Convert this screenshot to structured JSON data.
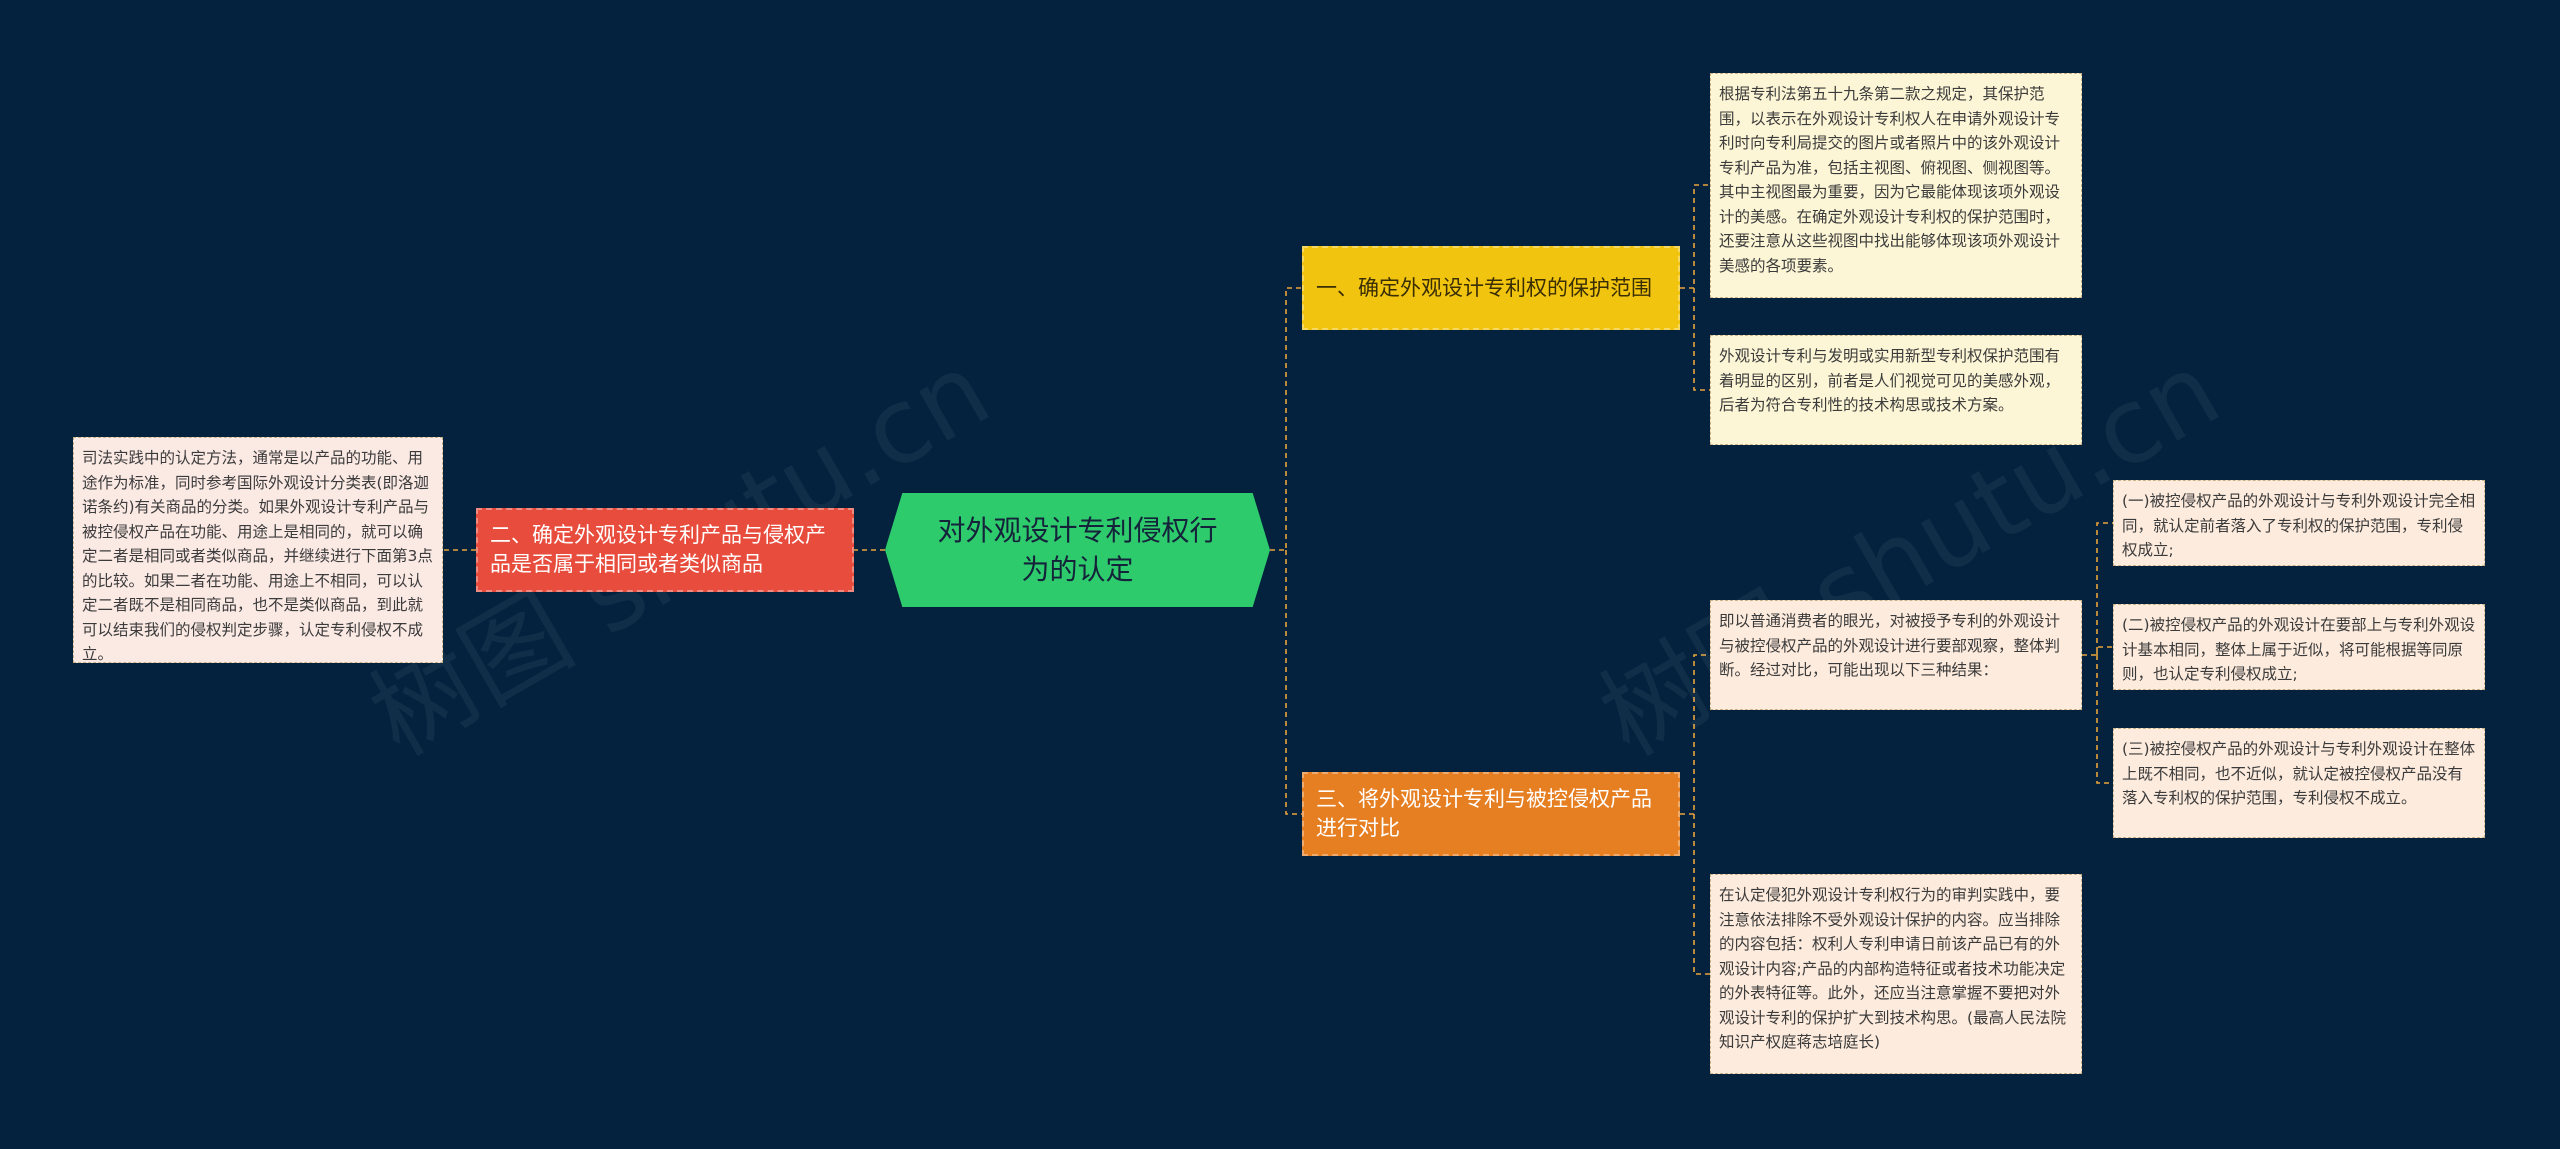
{
  "root": {
    "label": "对外观设计专利侵权行为的认定"
  },
  "branches": {
    "left": {
      "label": "二、确定外观设计专利产品与侵权产品是否属于相同或者类似商品",
      "detail": "司法实践中的认定方法，通常是以产品的功能、用途作为标准，同时参考国际外观设计分类表(即洛迦诺条约)有关商品的分类。如果外观设计专利产品与被控侵权产品在功能、用途上是相同的，就可以确定二者是相同或者类似商品，并继续进行下面第3点的比较。如果二者在功能、用途上不相同，可以认定二者既不是相同商品，也不是类似商品，到此就可以结束我们的侵权判定步骤，认定专利侵权不成立。"
    },
    "first": {
      "label": "一、确定外观设计专利权的保护范围",
      "details": [
        "根据专利法第五十九条第二款之规定，其保护范围，以表示在外观设计专利权人在申请外观设计专利时向专利局提交的图片或者照片中的该外观设计专利产品为准，包括主视图、俯视图、侧视图等。其中主视图最为重要，因为它最能体现该项外观设计的美感。在确定外观设计专利权的保护范围时，还要注意从这些视图中找出能够体现该项外观设计美感的各项要素。",
        "外观设计专利与发明或实用新型专利权保护范围有着明显的区别，前者是人们视觉可见的美感外观，后者为符合专利性的技术构思或技术方案。"
      ]
    },
    "third": {
      "label": "三、将外观设计专利与被控侵权产品进行对比",
      "details": [
        "即以普通消费者的眼光，对被授予专利的外观设计与被控侵权产品的外观设计进行要部观察，整体判断。经过对比，可能出现以下三种结果：",
        "在认定侵犯外观设计专利权行为的审判实践中，要注意依法排除不受外观设计保护的内容。应当排除的内容包括：权利人专利申请日前该产品已有的外观设计内容;产品的内部构造特征或者技术功能决定的外表特征等。此外，还应当注意掌握不要把对外观设计专利的保护扩大到技术构思。(最高人民法院知识产权庭蒋志培庭长)"
      ],
      "results": [
        "(一)被控侵权产品的外观设计与专利外观设计完全相同，就认定前者落入了专利权的保护范围，专利侵权成立;",
        "(二)被控侵权产品的外观设计在要部上与专利外观设计基本相同，整体上属于近似，将可能根据等同原则，也认定专利侵权成立;",
        "(三)被控侵权产品的外观设计与专利外观设计在整体上既不相同，也不近似，就认定被控侵权产品没有落入专利权的保护范围，专利侵权不成立。"
      ]
    }
  },
  "watermarks": [
    "树图 shutu.cn",
    "树图 shutu.cn"
  ],
  "colors": {
    "background": "#04223e",
    "root": "#2ecb6c",
    "branch_left": "#e74c3c",
    "branch_first": "#f1c40f",
    "branch_third": "#e67e22",
    "connector": "#e8a33c"
  }
}
